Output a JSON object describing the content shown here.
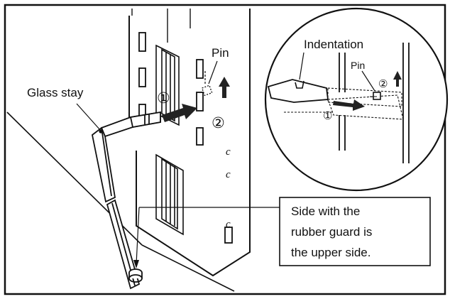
{
  "labels": {
    "glass_stay": "Glass stay",
    "pin_main": "Pin",
    "indentation": "Indentation",
    "pin_detail": "Pin",
    "step_1": "①",
    "step_2": "②",
    "step_1_detail": "①",
    "step_2_detail": "②"
  },
  "note": {
    "line1": "Side with the",
    "line2": "rubber guard is",
    "line3": "the upper side."
  },
  "colors": {
    "ink": "#111111",
    "paper": "#ffffff",
    "arrow": "#222222"
  }
}
